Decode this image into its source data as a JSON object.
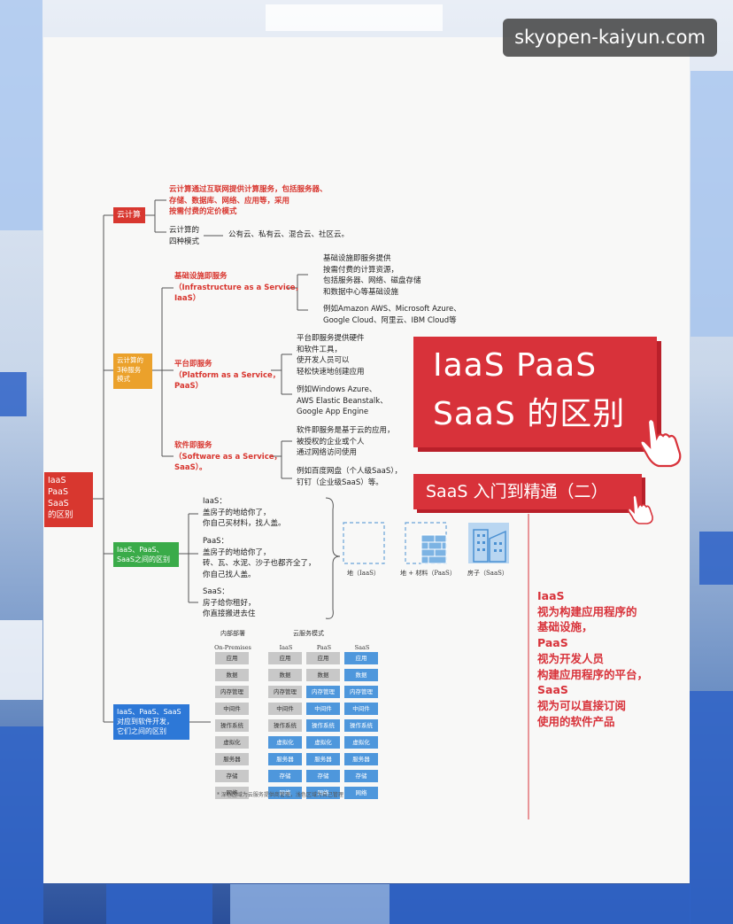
{
  "watermark": "skyopen-kaiyun.com",
  "hero": {
    "line1": "IaaS PaaS",
    "line2": "SaaS 的区别",
    "subtitle": "SaaS 入门到精通（二）"
  },
  "root": "IaaS\nPaaS\nSaaS\n的区别",
  "branch_cloud": {
    "label": "云计算",
    "def": "云计算通过互联网提供计算服务，包括服务器、\n存储、数据库、网络、应用等，采用\n按需付费的定价模式",
    "models_label": "云计算的\n四种模式",
    "models": "公有云、私有云、混合云、社区云。"
  },
  "branch_three": {
    "label": "云计算的\n3种服务\n模式",
    "iaas_title": "基础设施即服务\n（Infrastructure as a Service，\nIaaS）",
    "iaas_desc": "基础设施即服务提供\n按需付费的计算资源，\n包括服务器、网络、磁盘存储\n和数据中心等基础设施",
    "iaas_ex": "例如Amazon AWS、Microsoft Azure、\nGoogle Cloud、阿里云、IBM Cloud等",
    "paas_title": "平台即服务\n（Platform as a Service，\nPaaS）",
    "paas_desc": "平台即服务提供硬件\n和软件工具，\n使开发人员可以\n轻松快速地创建应用",
    "paas_ex": "例如Windows Azure、\nAWS Elastic Beanstalk、\nGoogle App Engine",
    "saas_title": "软件即服务\n（Software as a Service，\nSaaS）。",
    "saas_desc": "软件即服务是基于云的应用，\n被授权的企业或个人\n通过网络访问使用",
    "saas_ex": "例如百度网盘（个人级SaaS），\n钉钉（企业级SaaS）等。"
  },
  "branch_analogy": {
    "label": "IaaS、PaaS、\nSaaS之间的区别",
    "iaas": "IaaS：\n盖房子的地给你了，\n你自己买材料，找人盖。",
    "paas": "PaaS：\n盖房子的地给你了，\n砖、瓦、水泥、沙子也都齐全了，\n你自己找人盖。",
    "saas": "SaaS：\n房子给你租好，\n你直接搬进去住",
    "cap_land": "地（IaaS）",
    "cap_material": "地 + 材料（PaaS）",
    "cap_house": "房子（SaaS）"
  },
  "branch_layers": {
    "label": "IaaS、PaaS、SaaS\n对应到软件开发，\n它们之间的区别",
    "group_internal": "内部部署",
    "group_cloud": "云服务模式",
    "columns": [
      "On-Premises",
      "IaaS",
      "PaaS",
      "SaaS"
    ],
    "rows": [
      "应用",
      "数据",
      "内存管理",
      "中间件",
      "操作系统",
      "虚拟化",
      "服务器",
      "存储",
      "网络"
    ],
    "note": "* 深色区域为云服务提供商管理，浅色区域为自己管理"
  },
  "right_desc": "IaaS\n视为构建应用程序的\n基础设施，\nPaaS\n视为开发人员\n构建应用程序的平台，\nSaaS\n视为可以直接订阅\n使用的软件产品",
  "colors": {
    "red": "#d8362f",
    "orange": "#eba12b",
    "green": "#3aab49",
    "blue": "#2d78d7"
  },
  "icons": [
    "click-hand-icon",
    "dashed-square-icon",
    "brick-wall-icon",
    "building-icon"
  ]
}
